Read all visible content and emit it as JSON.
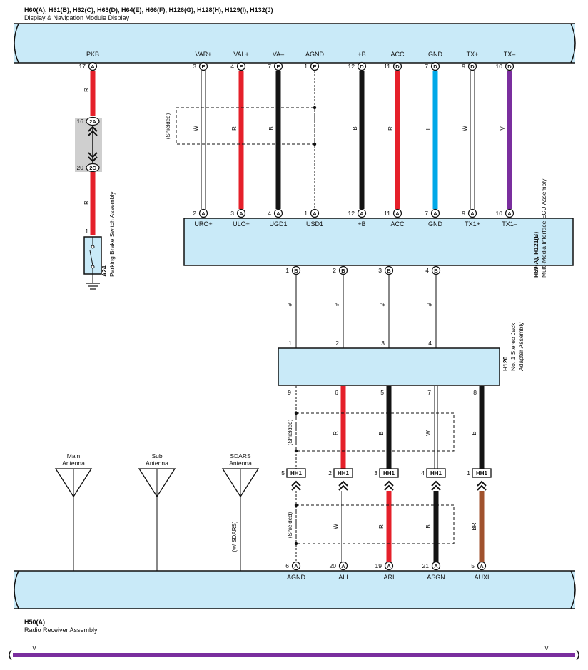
{
  "top_module": {
    "codes": "H60(A), H61(B), H62(C), H63(D), H64(E), H66(F), H126(G), H128(H), H129(I), H132(J)",
    "name": "Display & Navigation Module Display",
    "pins": [
      {
        "label": "PKB",
        "pin": "17",
        "conn": "A"
      },
      {
        "label": "VAR+",
        "pin": "3",
        "conn": "E"
      },
      {
        "label": "VAL+",
        "pin": "4",
        "conn": "E"
      },
      {
        "label": "VA–",
        "pin": "7",
        "conn": "E"
      },
      {
        "label": "AGND",
        "pin": "1",
        "conn": "E"
      },
      {
        "label": "+B",
        "pin": "12",
        "conn": "D"
      },
      {
        "label": "ACC",
        "pin": "11",
        "conn": "D"
      },
      {
        "label": "GND",
        "pin": "7",
        "conn": "D"
      },
      {
        "label": "TX+",
        "pin": "9",
        "conn": "D"
      },
      {
        "label": "TX–",
        "pin": "10",
        "conn": "D"
      }
    ]
  },
  "ecu": {
    "codes": "H69(A), H121(B)",
    "name": "Multi-Media Interface ECU Assembly",
    "top_pins": [
      {
        "label": "URO+",
        "pin": "2",
        "conn": "A"
      },
      {
        "label": "ULO+",
        "pin": "3",
        "conn": "A"
      },
      {
        "label": "UGD1",
        "pin": "4",
        "conn": "A"
      },
      {
        "label": "USD1",
        "pin": "1",
        "conn": "A"
      },
      {
        "label": "+B",
        "pin": "12",
        "conn": "A"
      },
      {
        "label": "ACC",
        "pin": "11",
        "conn": "A"
      },
      {
        "label": "GND",
        "pin": "7",
        "conn": "A"
      },
      {
        "label": "TX1+",
        "pin": "9",
        "conn": "A"
      },
      {
        "label": "TX1–",
        "pin": "10",
        "conn": "A"
      }
    ],
    "bottom_pins": [
      {
        "pin": "1",
        "conn": "B"
      },
      {
        "pin": "2",
        "conn": "B"
      },
      {
        "pin": "3",
        "conn": "B"
      },
      {
        "pin": "4",
        "conn": "B"
      }
    ]
  },
  "upper_wires": [
    {
      "color": "R"
    },
    {
      "color": "W"
    },
    {
      "color": "R"
    },
    {
      "color": "B"
    },
    {
      "color": "B"
    },
    {
      "color": "R"
    },
    {
      "color": "L"
    },
    {
      "color": "W"
    },
    {
      "color": "V"
    }
  ],
  "colors": {
    "R": "#e5202a",
    "B": "#141414",
    "L": "#00a8e8",
    "V": "#7a2e9e",
    "BR": "#a0522d",
    "W": "#ffffff",
    "box": "#c9eaf8"
  },
  "shielded_label": "(Shielded)",
  "parking_brake": {
    "code": "A24",
    "name": "Parking Brake Switch Assembly",
    "pin": "1",
    "junction_top": {
      "pin": "16",
      "conn": "2A"
    },
    "junction_bottom": {
      "pin": "20",
      "conn": "2C"
    }
  },
  "hash_label": "#",
  "adapter": {
    "code": "H120",
    "name_line1": "No. 1 Stereo Jack",
    "name_line2": "Adapter Assembly",
    "top_pins": [
      "1",
      "2",
      "3",
      "4"
    ],
    "bottom_pins": [
      "9",
      "6",
      "5",
      "7",
      "8"
    ]
  },
  "mid_wires": [
    {
      "color": "R"
    },
    {
      "color": "B"
    },
    {
      "color": "W"
    },
    {
      "color": "B"
    }
  ],
  "hh1_connectors": [
    {
      "pin": "5",
      "conn": "HH1"
    },
    {
      "pin": "2",
      "conn": "HH1"
    },
    {
      "pin": "3",
      "conn": "HH1"
    },
    {
      "pin": "4",
      "conn": "HH1"
    },
    {
      "pin": "1",
      "conn": "HH1"
    }
  ],
  "lower_wires": [
    {
      "color": "W"
    },
    {
      "color": "R"
    },
    {
      "color": "B"
    },
    {
      "color": "BR"
    }
  ],
  "antennas": [
    {
      "line1": "Main",
      "line2": "Antenna"
    },
    {
      "line1": "Sub",
      "line2": "Antenna"
    },
    {
      "line1": "SDARS",
      "line2": "Antenna"
    }
  ],
  "sdars_note": "(w/ SDARS)",
  "radio": {
    "code": "H50(A)",
    "name": "Radio Receiver Assembly",
    "pins": [
      {
        "label": "AGND",
        "pin": "6",
        "conn": "A"
      },
      {
        "label": "ALI",
        "pin": "20",
        "conn": "A"
      },
      {
        "label": "ARI",
        "pin": "19",
        "conn": "A"
      },
      {
        "label": "ASGN",
        "pin": "21",
        "conn": "A"
      },
      {
        "label": "AUXI",
        "pin": "5",
        "conn": "A"
      }
    ]
  },
  "bottom_bus": {
    "left_label": "V",
    "right_label": "V"
  }
}
